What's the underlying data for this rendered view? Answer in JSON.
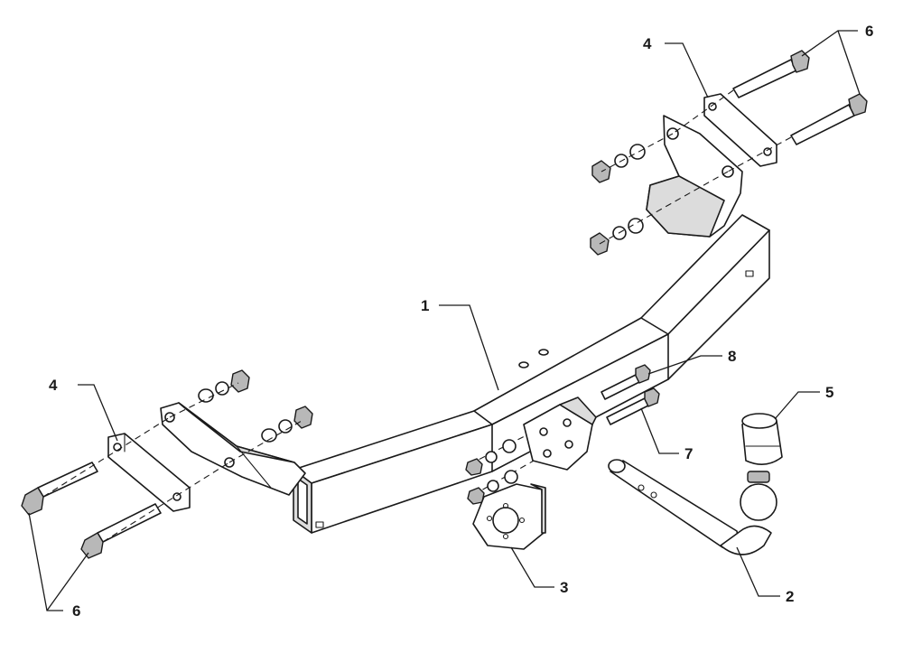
{
  "diagram": {
    "callouts": [
      {
        "id": "c1",
        "label": "1"
      },
      {
        "id": "c2",
        "label": "2"
      },
      {
        "id": "c3",
        "label": "3"
      },
      {
        "id": "c4-left",
        "label": "4"
      },
      {
        "id": "c4-right",
        "label": "4"
      },
      {
        "id": "c5",
        "label": "5"
      },
      {
        "id": "c6-left",
        "label": "6"
      },
      {
        "id": "c6-right",
        "label": "6"
      },
      {
        "id": "c7",
        "label": "7"
      },
      {
        "id": "c8",
        "label": "8"
      }
    ]
  }
}
